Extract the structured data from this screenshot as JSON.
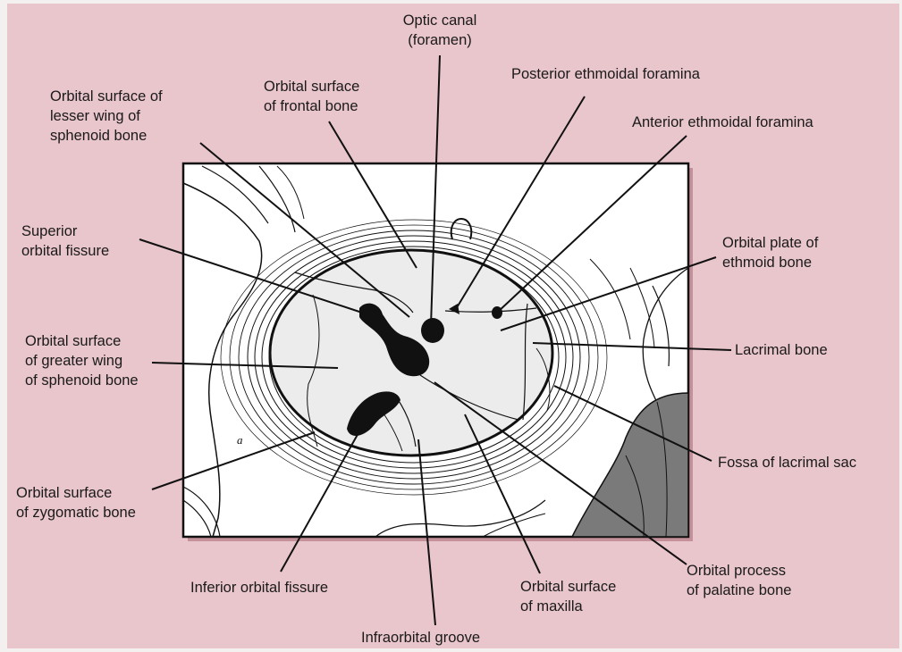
{
  "colors": {
    "background": "#e9c5cc",
    "panel": "#ffffff",
    "orbit_fill": "#ececec",
    "ink": "#111111",
    "shading": "#7a7a7a",
    "panel_shadow": "#c4919b"
  },
  "figure_letter": "a",
  "labels": {
    "optic_canal": [
      "Optic canal",
      "(foramen)"
    ],
    "posterior_ethmoidal": [
      "Posterior ethmoidal foramina"
    ],
    "anterior_ethmoidal": [
      "Anterior ethmoidal foramina"
    ],
    "lesser_wing": [
      "Orbital surface of",
      "lesser wing of",
      "sphenoid bone"
    ],
    "frontal_bone": [
      "Orbital surface",
      "of frontal bone"
    ],
    "superior_fissure": [
      "Superior",
      "orbital fissure"
    ],
    "ethmoid_plate": [
      "Orbital plate of",
      "ethmoid bone"
    ],
    "greater_wing": [
      "Orbital surface",
      "of greater wing",
      "of sphenoid bone"
    ],
    "lacrimal_bone": [
      "Lacrimal bone"
    ],
    "lacrimal_sac": [
      "Fossa of lacrimal sac"
    ],
    "zygomatic": [
      "Orbital surface",
      "of zygomatic  bone"
    ],
    "palatine": [
      "Orbital process",
      "of palatine bone"
    ],
    "inferior_fissure": [
      "Inferior orbital fissure"
    ],
    "maxilla": [
      "Orbital surface",
      "of maxilla"
    ],
    "infraorbital_groove": [
      "Infraorbital groove"
    ]
  }
}
